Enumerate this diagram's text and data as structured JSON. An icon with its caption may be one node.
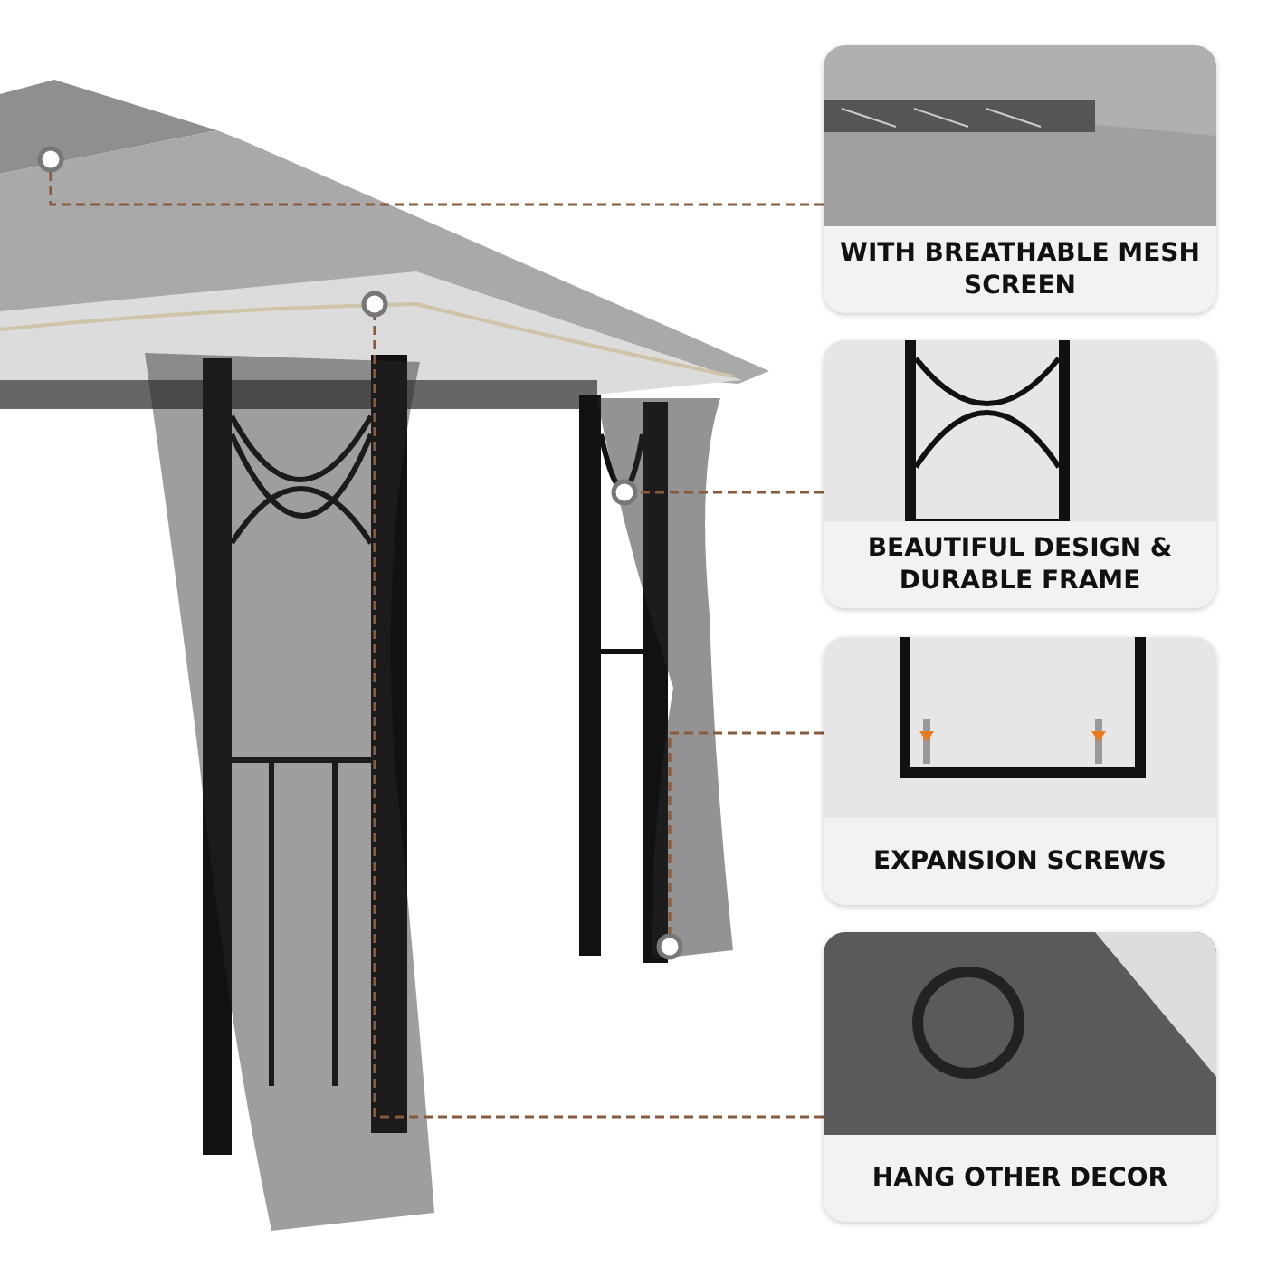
{
  "diagram": {
    "nodes": [
      {
        "text": [
          "WITH BREATHABLE MESH SCREEN"
        ]
      },
      {
        "text": [
          "BEAUTIFUL DESIGN & DURABLE FRAME"
        ]
      },
      {
        "text": [
          "EXPANSION SCREWS"
        ]
      },
      {
        "text": [
          "HANG OTHER DECOR"
        ]
      }
    ],
    "edges": [
      {
        "from": 0,
        "to": null,
        "arrow": "other",
        "style": "dashed"
      },
      {
        "from": 1,
        "to": null,
        "arrow": "other",
        "style": "dashed"
      },
      {
        "from": 2,
        "to": null,
        "arrow": "other",
        "style": "dashed"
      },
      {
        "from": 3,
        "to": null,
        "arrow": "other",
        "style": "dashed"
      }
    ]
  }
}
